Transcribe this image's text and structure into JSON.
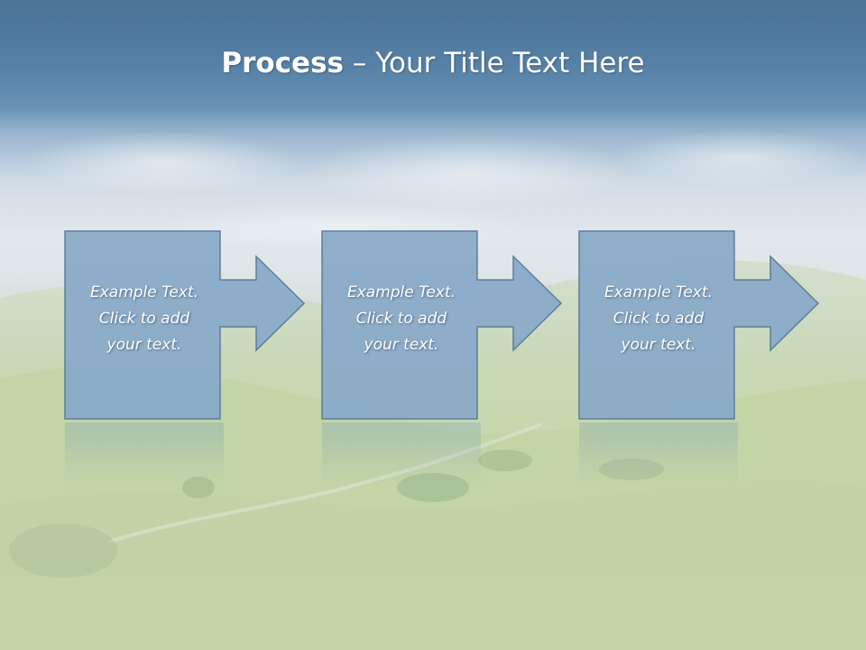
{
  "title": {
    "bold": "Process",
    "rest": " – Your Title Text Here"
  },
  "steps": [
    {
      "line1": "Example Text.",
      "line2": "Click  to add",
      "line3": "your text."
    },
    {
      "line1": "Example Text.",
      "line2": "Click  to add",
      "line3": "your text."
    },
    {
      "line1": "Example Text.",
      "line2": "Click  to add",
      "line3": "your text."
    }
  ],
  "colors": {
    "box_fill": "#8aabc9",
    "box_stroke": "#5a7898",
    "title_text": "#ffffff",
    "step_text": "#ffffff"
  }
}
